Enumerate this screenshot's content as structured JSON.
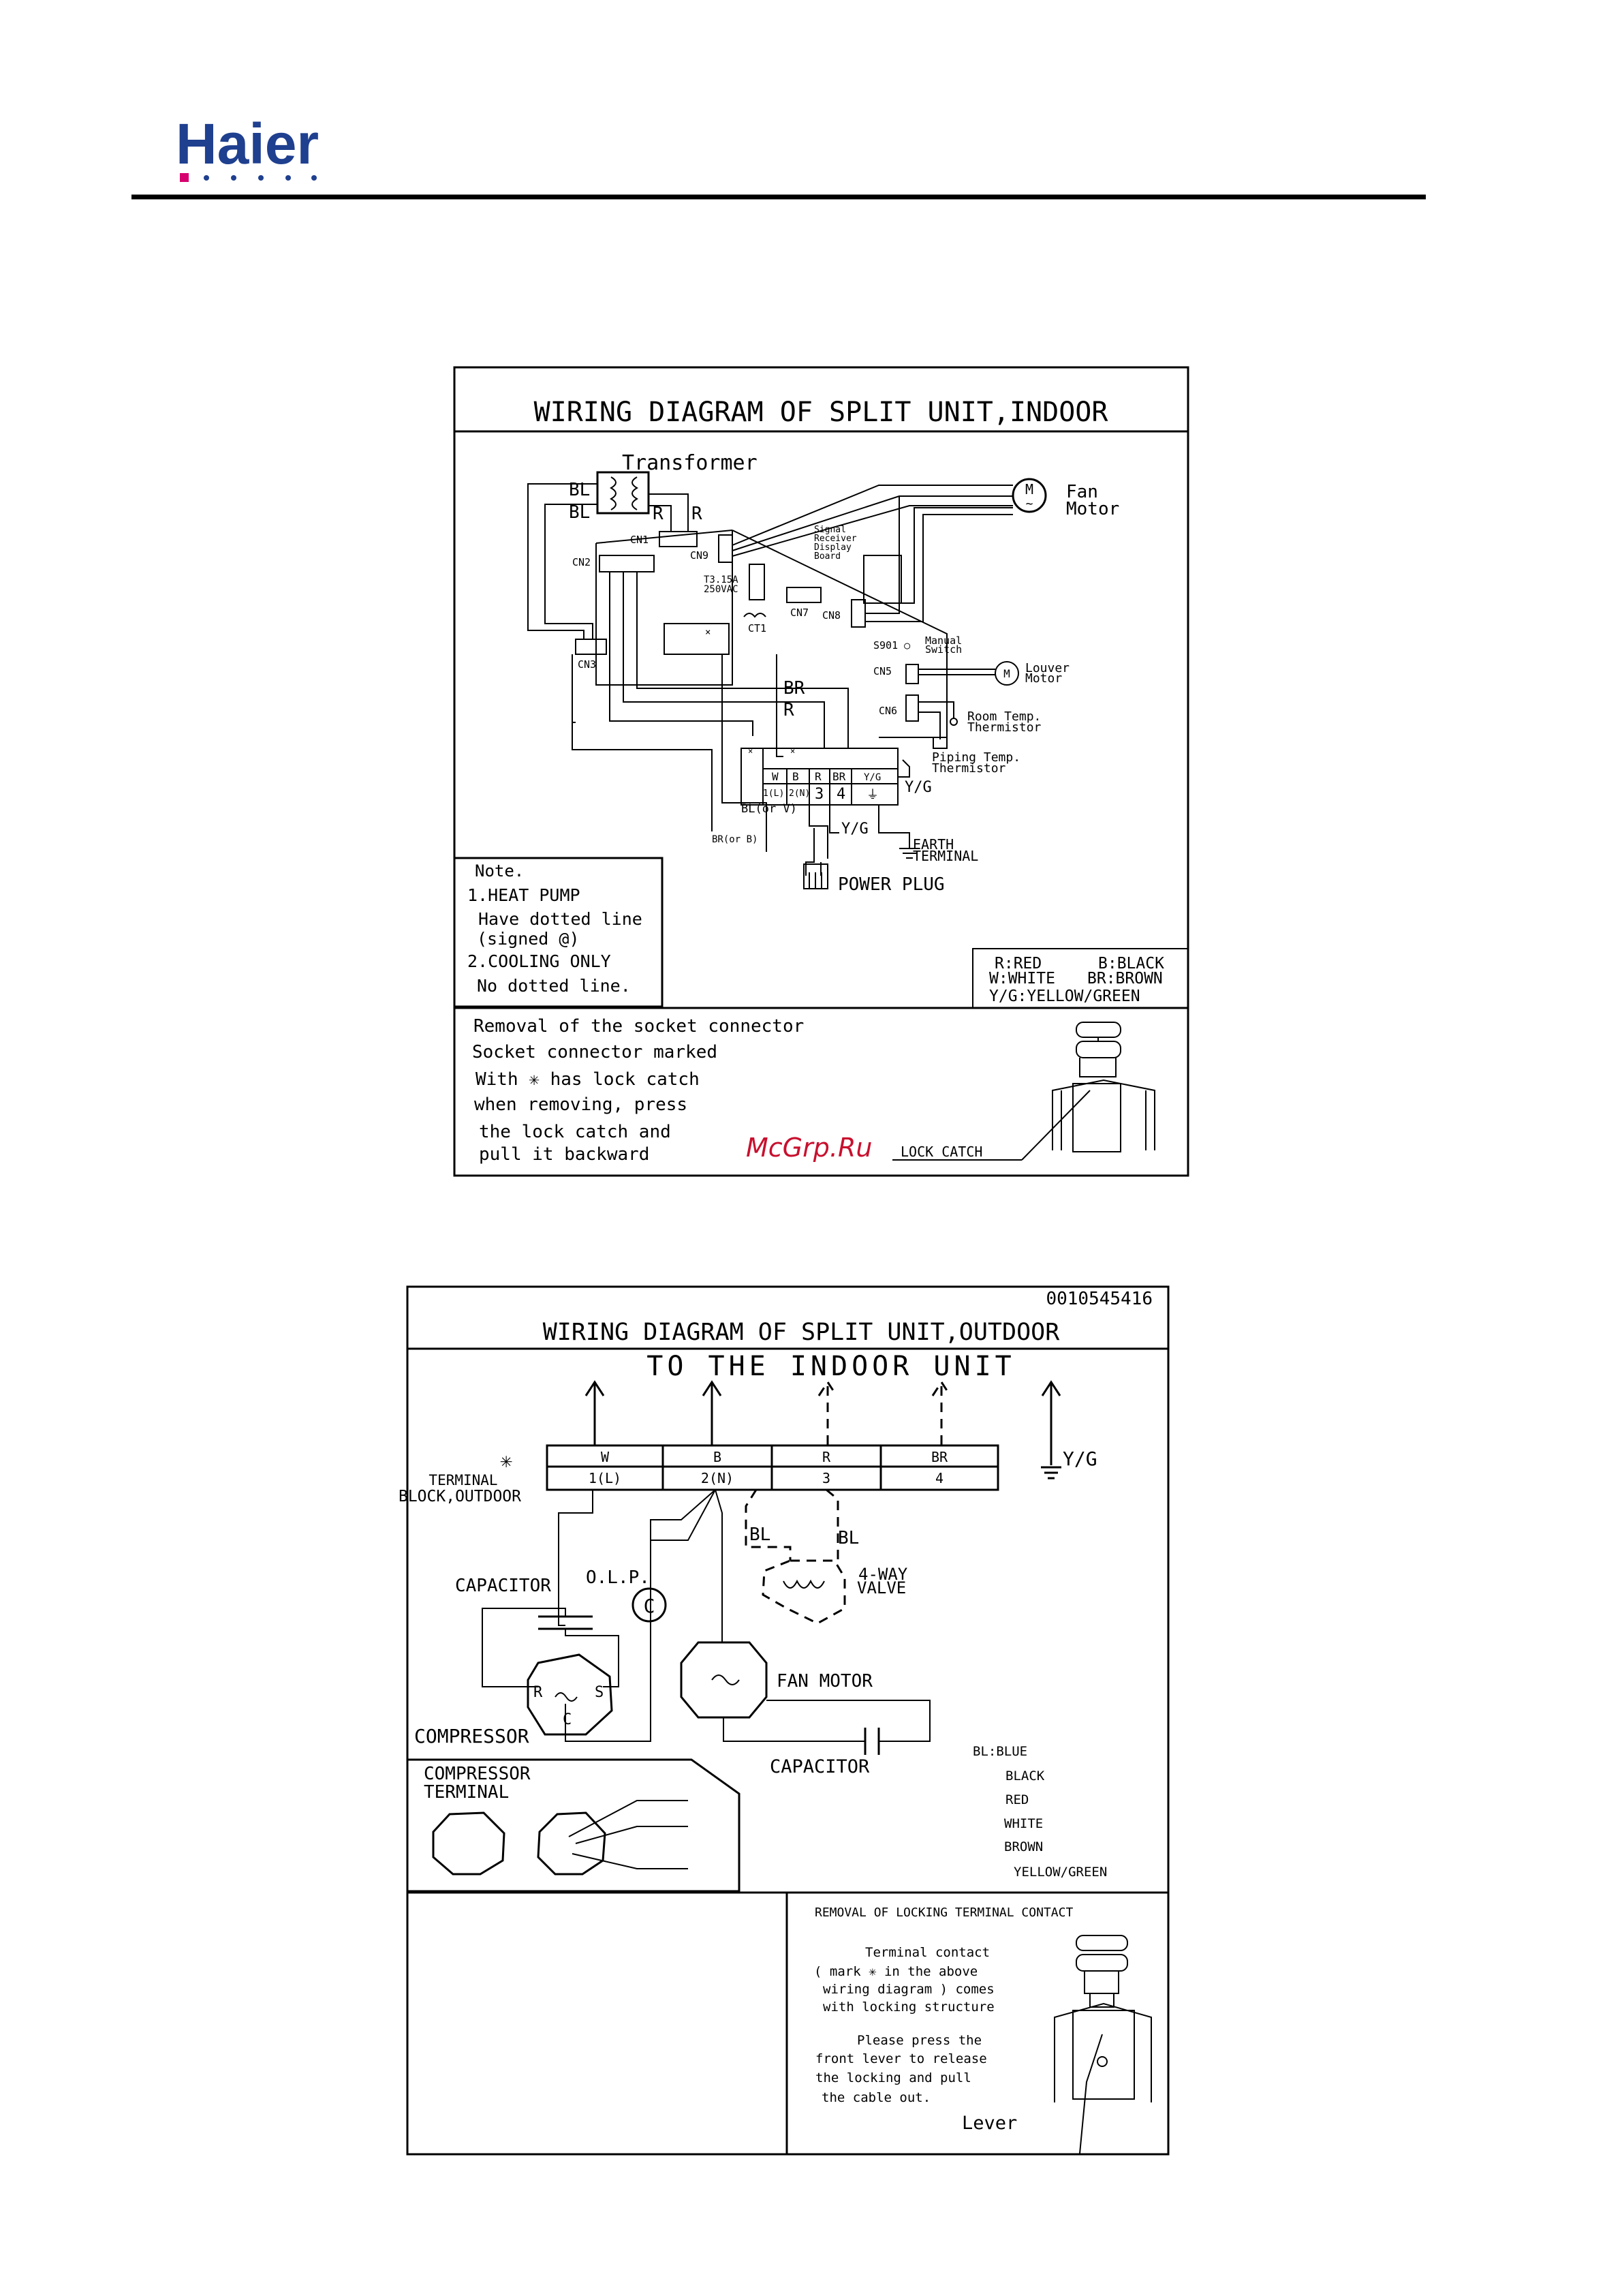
{
  "brand": {
    "name": "Haier",
    "color": "#1f3f8f",
    "dot_color": "#d6006e"
  },
  "colors": {
    "rule": "#000000",
    "watermark": "#c8102e"
  },
  "watermark": "McGrp.Ru",
  "indoor": {
    "title": "WIRING DIAGRAM OF SPLIT UNIT,INDOOR",
    "transformer": "Transformer",
    "fan_motor": [
      "Fan",
      "Motor"
    ],
    "motor_symbol": [
      "M",
      "~"
    ],
    "louver_symbol": "M",
    "louver_motor": [
      "Louver",
      "Motor"
    ],
    "signal_board": [
      "Signal",
      "Receiver",
      "Display",
      "Board"
    ],
    "fuse": [
      "T3.15A",
      "250VAC"
    ],
    "ct": "CT1",
    "wire_labels": {
      "bl1": "BL",
      "bl2": "BL",
      "r1": "R",
      "r2": "R",
      "br": "BR",
      "r3": "R",
      "yg1": "Y/G",
      "yg2": "Y/G",
      "bl_or_v": "BL(or V)",
      "br_or_b": "BR(or B)",
      "x": "×"
    },
    "connectors": {
      "cn1": "CN1",
      "cn2": "CN2",
      "cn3": "CN3",
      "cn5": "CN5",
      "cn6": "CN6",
      "cn7": "CN7",
      "cn8": "CN8",
      "cn9": "CN9"
    },
    "manual_switch": [
      "S901 ○",
      "Manual",
      "Switch"
    ],
    "room_temp": [
      "Room Temp.",
      "Thermistor"
    ],
    "piping_temp": [
      "Piping Temp.",
      "Thermistor"
    ],
    "terminal_top": [
      "W",
      "B",
      "R",
      "BR",
      "Y/G"
    ],
    "terminal_bottom": [
      "1(L)",
      "2(N)",
      "3",
      "4",
      "⏚"
    ],
    "earth": [
      "EARTH",
      "TERMINAL"
    ],
    "power_plug": "POWER PLUG",
    "note": {
      "heading": "Note.",
      "lines": [
        "1.HEAT PUMP",
        "Have dotted line",
        "(signed @)",
        "2.COOLING ONLY",
        "No dotted line."
      ]
    },
    "legend": [
      "R:RED",
      "B:BLACK",
      "W:WHITE",
      "BR:BROWN",
      "Y/G:YELLOW/GREEN"
    ],
    "removal": {
      "lines": [
        "Removal of the socket connector",
        "Socket connector marked",
        "With ✳ has lock catch",
        "when removing, press",
        "the lock catch and",
        "pull it backward"
      ],
      "lock_catch": "LOCK CATCH"
    }
  },
  "outdoor": {
    "code": "0010545416",
    "title": "WIRING DIAGRAM OF SPLIT UNIT,OUTDOOR",
    "to_indoor": "TO THE INDOOR UNIT",
    "terminal_mark": "✳",
    "terminal_label": [
      "TERMINAL",
      "BLOCK,OUTDOOR"
    ],
    "terminal_top": [
      "W",
      "B",
      "R",
      "BR"
    ],
    "terminal_bottom": [
      "1(L)",
      "2(N)",
      "3",
      "4"
    ],
    "yg": "Y/G",
    "bl1": "BL",
    "bl2": "BL",
    "valve": [
      "4-WAY",
      "VALVE"
    ],
    "capacitor1": "CAPACITOR",
    "olp": "O.L.P.",
    "olp_symbol": "C",
    "compressor": "COMPRESSOR",
    "compressor_pins": [
      "R",
      "S",
      "C"
    ],
    "fan_motor": "FAN MOTOR",
    "capacitor2": "CAPACITOR",
    "compressor_terminal": [
      "COMPRESSOR",
      "TERMINAL"
    ],
    "legend": [
      "BL:BLUE",
      "BLACK",
      "RED",
      "WHITE",
      "BROWN",
      "YELLOW/GREEN"
    ],
    "removal": {
      "heading": "REMOVAL OF LOCKING TERMINAL CONTACT",
      "lines": [
        "Terminal contact",
        "( mark ✳ in the above",
        "wiring diagram )  comes",
        "with locking structure",
        "Please press the",
        "front lever to release",
        "the locking  and pull",
        "the cable out."
      ],
      "lever": "Lever"
    }
  }
}
